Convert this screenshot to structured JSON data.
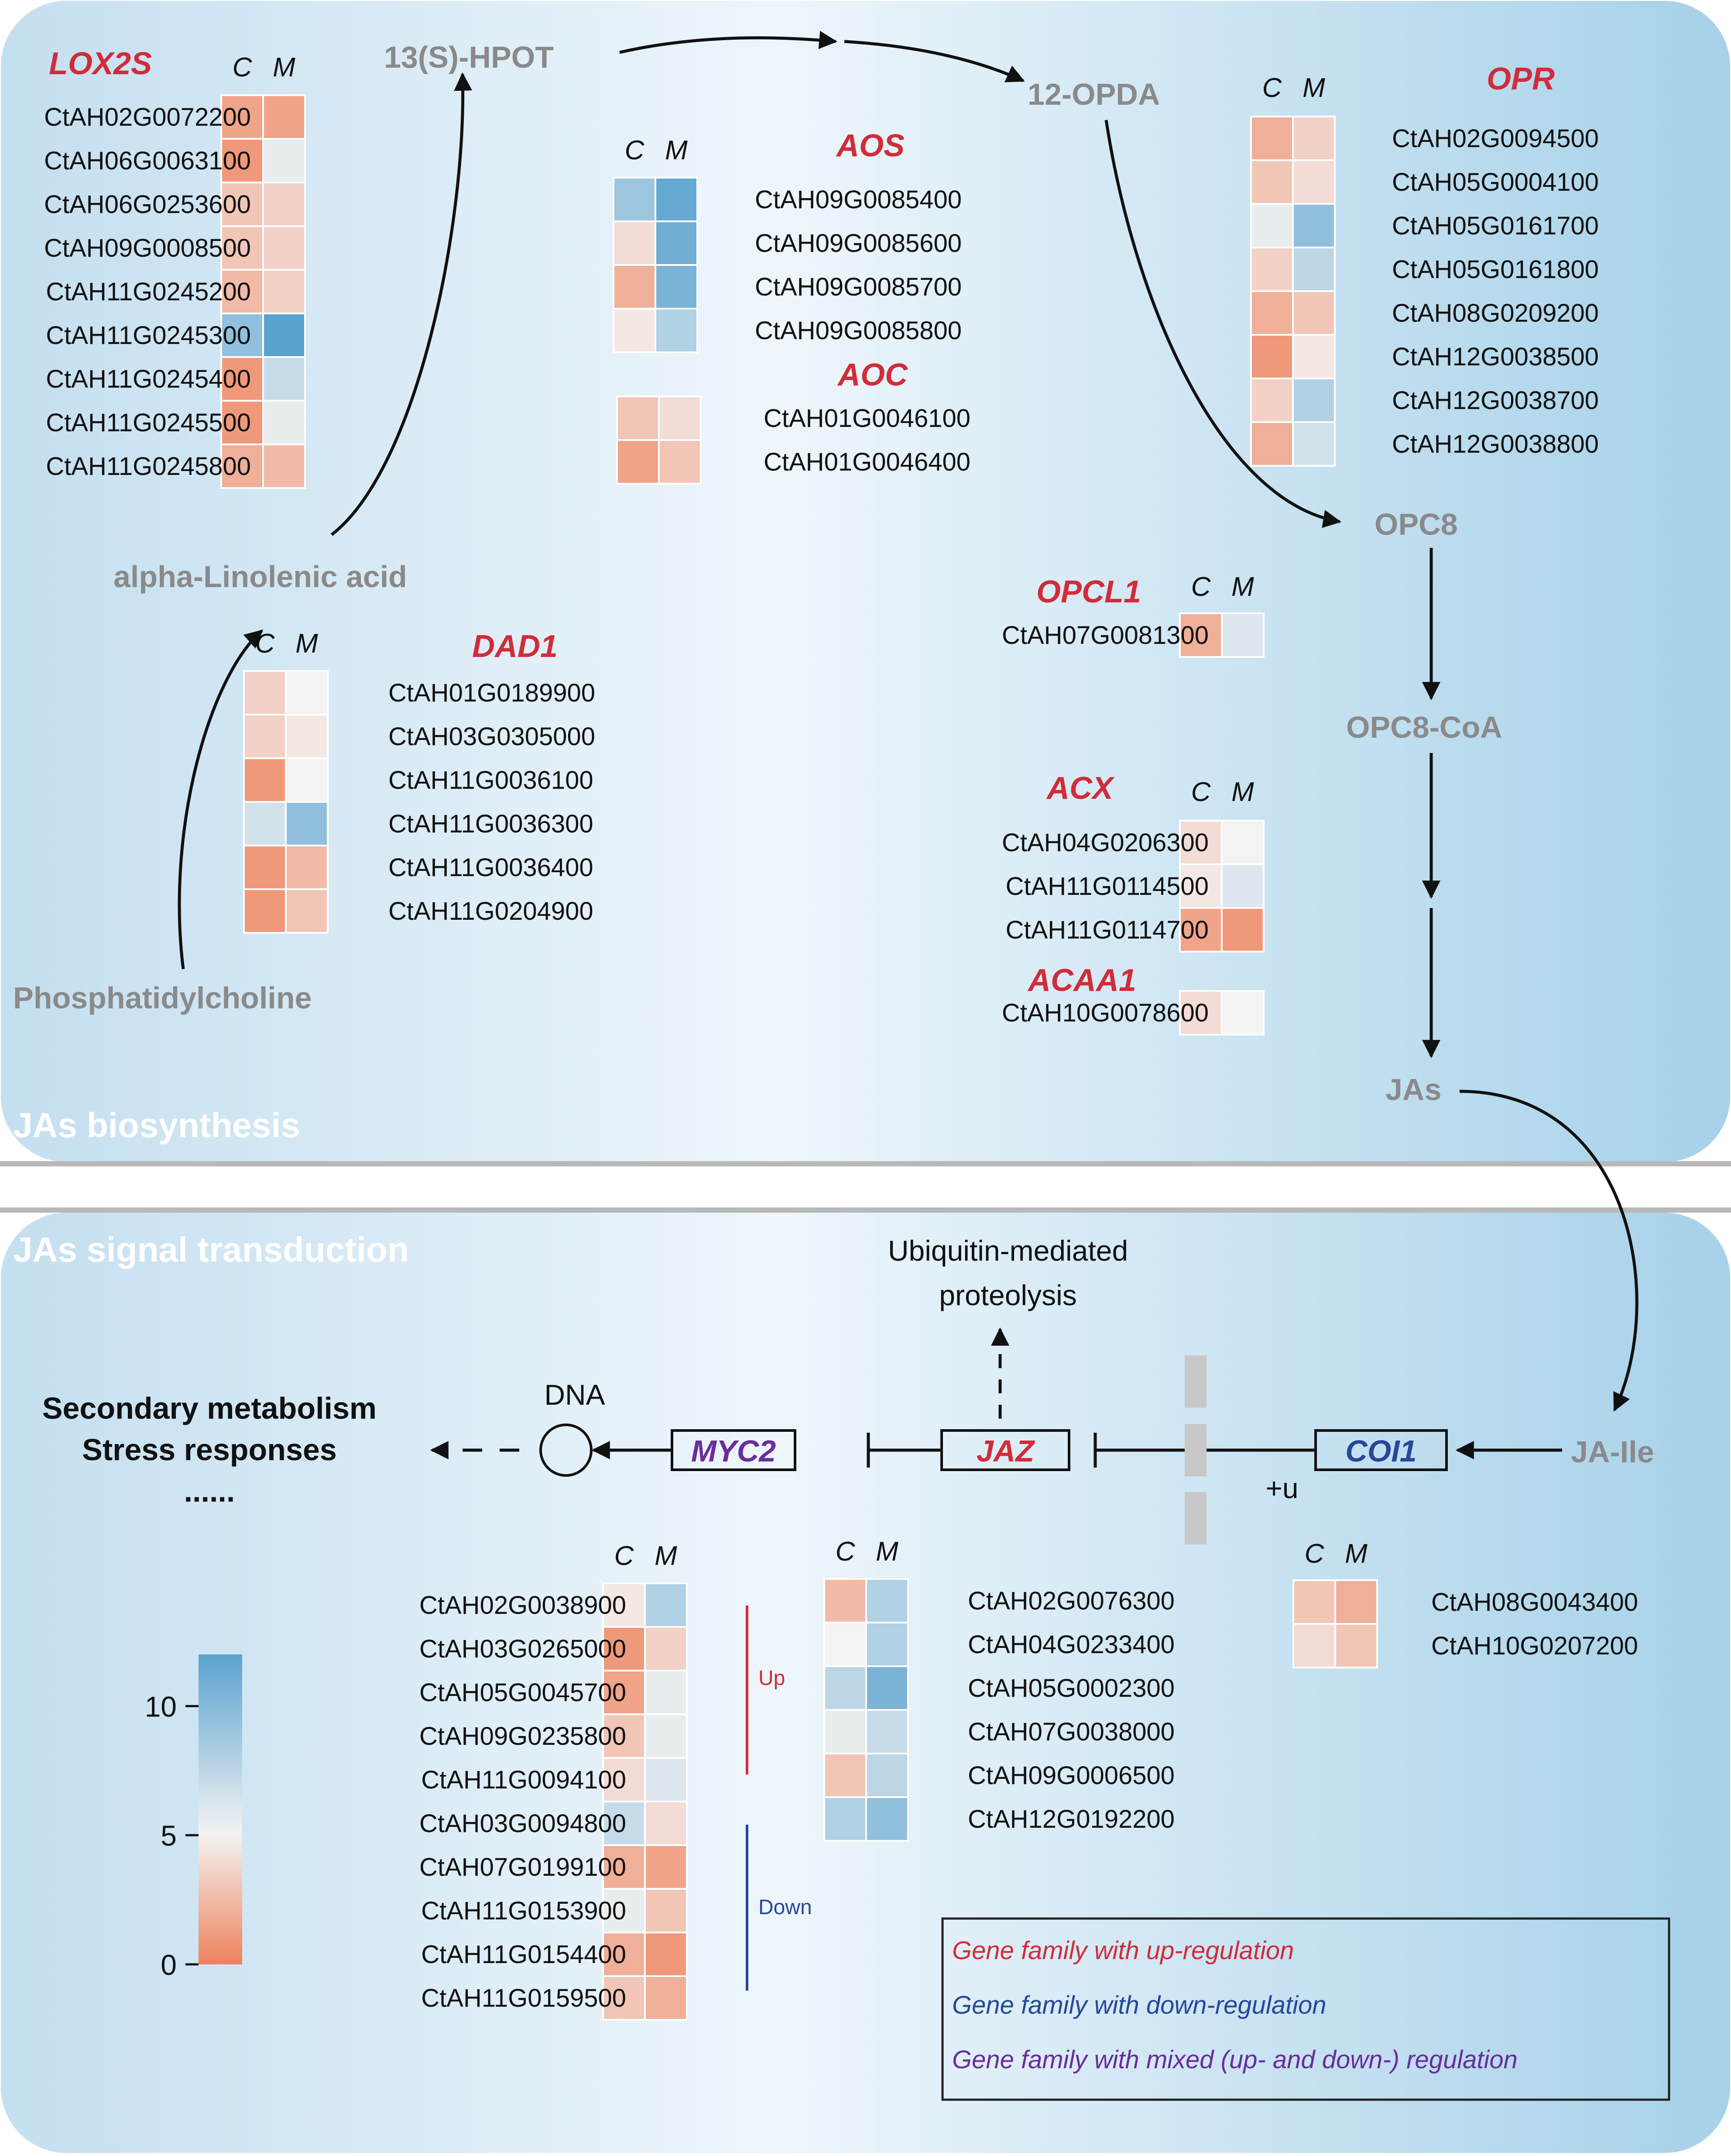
{
  "colors": {
    "up": "#d12c3a",
    "down": "#27479a",
    "mixed": "#6a2d9a",
    "metabolite": "#8a8a8a",
    "section_title": "#ffffff",
    "low": "#ee825c",
    "mid": "#f3f3f3",
    "high": "#5aa3cf"
  },
  "sections": {
    "biosynthesis": "JAs biosynthesis",
    "signal": "JAs signal transduction"
  },
  "column_headers": {
    "c": "C",
    "m": "M"
  },
  "metabolites": {
    "hpot": "13(S)-HPOT",
    "opda": "12-OPDA",
    "opc8": "OPC8",
    "opc8coa": "OPC8-CoA",
    "jas": "JAs",
    "linolenic": "alpha-Linolenic acid",
    "phosphatidylcholine": "Phosphatidylcholine",
    "ja_ile": "JA-Ile"
  },
  "signal_nodes": {
    "myc2": "MYC2",
    "jaz": "JAZ",
    "coi1": "COI1",
    "dna": "DNA",
    "ubiquitin_line1": "Ubiquitin-mediated",
    "ubiquitin_line2": "proteolysis",
    "plus_u": "+u",
    "outcome1": "Secondary metabolism",
    "outcome2": "Stress responses",
    "outcome3": "......"
  },
  "bracket_labels": {
    "up": "Up",
    "down": "Down"
  },
  "colorbar": {
    "ticks": [
      "10",
      "5",
      "0"
    ],
    "values": [
      10,
      5,
      0
    ],
    "min": 0,
    "max": 12
  },
  "legend": {
    "up": "Gene family with up-regulation",
    "down": "Gene family with down-regulation",
    "mixed": "Gene family with mixed (up- and down-) regulation"
  },
  "gene_families": [
    {
      "id": "lox2s",
      "name": "LOX2S",
      "regulation": "up",
      "genes": [
        {
          "id": "CtAH02G0072200",
          "c": 1.5,
          "m": 1.5
        },
        {
          "id": "CtAH06G0063100",
          "c": 1.0,
          "m": 5.5
        },
        {
          "id": "CtAH06G0253600",
          "c": 3.0,
          "m": 3.5
        },
        {
          "id": "CtAH09G0008500",
          "c": 3.0,
          "m": 3.5
        },
        {
          "id": "CtAH11G0245200",
          "c": 2.5,
          "m": 3.5
        },
        {
          "id": "CtAH11G0245300",
          "c": 9.5,
          "m": 12.0
        },
        {
          "id": "CtAH11G0245400",
          "c": 1.0,
          "m": 7.0
        },
        {
          "id": "CtAH11G0245500",
          "c": 1.0,
          "m": 5.5
        },
        {
          "id": "CtAH11G0245800",
          "c": 2.0,
          "m": 2.5
        }
      ]
    },
    {
      "id": "aos",
      "name": "AOS",
      "regulation": "up",
      "genes": [
        {
          "id": "CtAH09G0085400",
          "c": 9.0,
          "m": 11.5
        },
        {
          "id": "CtAH09G0085600",
          "c": 4.0,
          "m": 11.0
        },
        {
          "id": "CtAH09G0085700",
          "c": 2.0,
          "m": 10.5
        },
        {
          "id": "CtAH09G0085800",
          "c": 4.5,
          "m": 8.0
        }
      ]
    },
    {
      "id": "aoc",
      "name": "AOC",
      "regulation": "up",
      "genes": [
        {
          "id": "CtAH01G0046100",
          "c": 3.0,
          "m": 4.0
        },
        {
          "id": "CtAH01G0046400",
          "c": 1.5,
          "m": 3.0
        }
      ]
    },
    {
      "id": "opr",
      "name": "OPR",
      "regulation": "up",
      "genes": [
        {
          "id": "CtAH02G0094500",
          "c": 2.0,
          "m": 3.5
        },
        {
          "id": "CtAH05G0004100",
          "c": 3.0,
          "m": 4.0
        },
        {
          "id": "CtAH05G0161700",
          "c": 5.5,
          "m": 9.5
        },
        {
          "id": "CtAH05G0161800",
          "c": 3.5,
          "m": 7.5
        },
        {
          "id": "CtAH08G0209200",
          "c": 2.0,
          "m": 3.0
        },
        {
          "id": "CtAH12G0038500",
          "c": 1.0,
          "m": 4.5
        },
        {
          "id": "CtAH12G0038700",
          "c": 3.5,
          "m": 8.0
        },
        {
          "id": "CtAH12G0038800",
          "c": 2.0,
          "m": 6.5
        }
      ]
    },
    {
      "id": "opcl1",
      "name": "OPCL1",
      "regulation": "up",
      "genes": [
        {
          "id": "CtAH07G0081300",
          "c": 2.0,
          "m": 6.0
        }
      ]
    },
    {
      "id": "dad1",
      "name": "DAD1",
      "regulation": "up",
      "genes": [
        {
          "id": "CtAH01G0189900",
          "c": 3.5,
          "m": 5.0
        },
        {
          "id": "CtAH03G0305000",
          "c": 3.5,
          "m": 4.5
        },
        {
          "id": "CtAH11G0036100",
          "c": 1.0,
          "m": 5.0
        },
        {
          "id": "CtAH11G0036300",
          "c": 6.5,
          "m": 9.5
        },
        {
          "id": "CtAH11G0036400",
          "c": 1.0,
          "m": 2.5
        },
        {
          "id": "CtAH11G0204900",
          "c": 1.0,
          "m": 3.0
        }
      ]
    },
    {
      "id": "acx",
      "name": "ACX",
      "regulation": "up",
      "genes": [
        {
          "id": "CtAH04G0206300",
          "c": 4.0,
          "m": 5.0
        },
        {
          "id": "CtAH11G0114500",
          "c": 4.5,
          "m": 6.0
        },
        {
          "id": "CtAH11G0114700",
          "c": 1.5,
          "m": 1.0
        }
      ]
    },
    {
      "id": "acaa1",
      "name": "ACAA1",
      "regulation": "up",
      "genes": [
        {
          "id": "CtAH10G0078600",
          "c": 4.0,
          "m": 5.0
        }
      ]
    },
    {
      "id": "myc2",
      "name": "MYC2",
      "regulation": "mixed",
      "genes": [
        {
          "id": "CtAH02G0038900",
          "c": 4.5,
          "m": 8.0
        },
        {
          "id": "CtAH03G0265000",
          "c": 1.0,
          "m": 3.5
        },
        {
          "id": "CtAH05G0045700",
          "c": 1.5,
          "m": 5.5
        },
        {
          "id": "CtAH09G0235800",
          "c": 3.0,
          "m": 5.5
        },
        {
          "id": "CtAH11G0094100",
          "c": 4.0,
          "m": 6.0
        },
        {
          "id": "CtAH03G0094800",
          "c": 7.0,
          "m": 4.0
        },
        {
          "id": "CtAH07G0199100",
          "c": 2.0,
          "m": 1.5
        },
        {
          "id": "CtAH11G0153900",
          "c": 5.5,
          "m": 3.0
        },
        {
          "id": "CtAH11G0154400",
          "c": 2.0,
          "m": 1.0
        },
        {
          "id": "CtAH11G0159500",
          "c": 3.0,
          "m": 2.0
        }
      ]
    },
    {
      "id": "jaz",
      "name": "JAZ",
      "regulation": "up",
      "genes": [
        {
          "id": "CtAH02G0076300",
          "c": 2.5,
          "m": 8.0
        },
        {
          "id": "CtAH04G0233400",
          "c": 5.0,
          "m": 8.0
        },
        {
          "id": "CtAH05G0002300",
          "c": 7.5,
          "m": 10.5
        },
        {
          "id": "CtAH07G0038000",
          "c": 5.5,
          "m": 7.0
        },
        {
          "id": "CtAH09G0006500",
          "c": 3.0,
          "m": 7.5
        },
        {
          "id": "CtAH12G0192200",
          "c": 8.0,
          "m": 9.5
        }
      ]
    },
    {
      "id": "coi1",
      "name": "COI1",
      "regulation": "down",
      "genes": [
        {
          "id": "CtAH08G0043400",
          "c": 3.0,
          "m": 2.0
        },
        {
          "id": "CtAH10G0207200",
          "c": 4.0,
          "m": 3.0
        }
      ]
    }
  ]
}
